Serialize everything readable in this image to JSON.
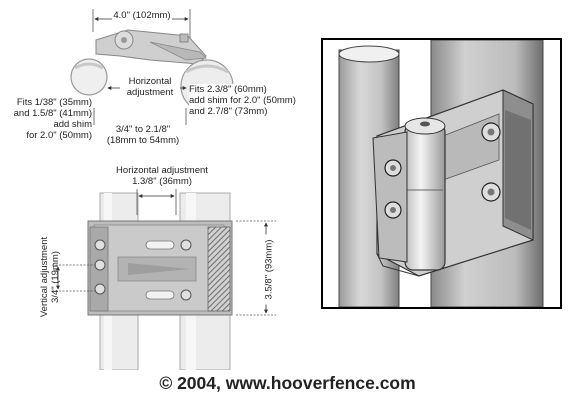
{
  "top_view": {
    "width_dim": "4.0\" (102mm)",
    "horizontal_adjustment": [
      "Horizontal",
      "adjustment"
    ],
    "left_fit": [
      "Fits 1/38\" (35mm)",
      "and 1.5/8\" (41mm)",
      "add shim",
      "for 2.0\" (50mm)"
    ],
    "right_fit": [
      "Fits 2.3/8\" (60mm)",
      "add shim for 2.0\" (50mm)",
      "and 2.7/8\" (73mm)"
    ],
    "range": [
      "3/4\" to 2.1/8\"",
      "(18mm to 54mm)"
    ]
  },
  "front_view": {
    "horizontal_adjustment": [
      "Horizontal adjustment",
      "1.3/8\" (36mm)"
    ],
    "vertical_adjustment": [
      "Vertical adjustment",
      "3/4\" (19mm)"
    ],
    "height_dim": "3.5/8\" (93mm)"
  },
  "footer": {
    "copyright": "© 2004, www.hooverfence.com"
  }
}
